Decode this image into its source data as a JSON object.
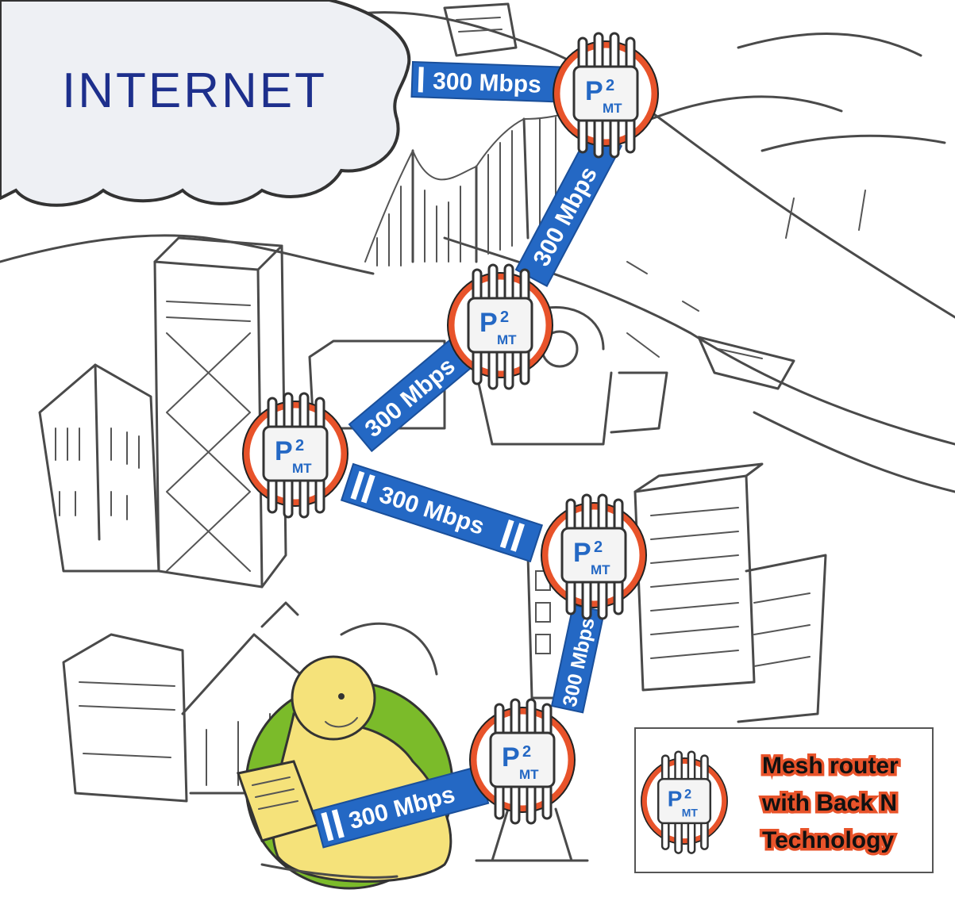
{
  "cloud": {
    "label": "INTERNET"
  },
  "links": [
    {
      "id": "internet-to-r1",
      "label": "300 Mbps"
    },
    {
      "id": "r1-to-r2",
      "label": "300 Mbps"
    },
    {
      "id": "r2-to-r3",
      "label": "300 Mbps"
    },
    {
      "id": "r3-to-r4",
      "label": "300 Mbps"
    },
    {
      "id": "r4-to-r5",
      "label": "300 Mbps"
    },
    {
      "id": "r5-to-user",
      "label": "300 Mbps"
    }
  ],
  "router_logo": {
    "top": "P",
    "sup": "2",
    "bottom": "MT"
  },
  "legend": {
    "line1": "Mesh router",
    "line2": "with Back N",
    "line3": "Technology"
  },
  "colors": {
    "link": "#2468c4",
    "router_ring": "#e8532a",
    "user_circle": "#7bbb2a",
    "person": "#f5e27a",
    "cloud": "#eef0f4"
  }
}
